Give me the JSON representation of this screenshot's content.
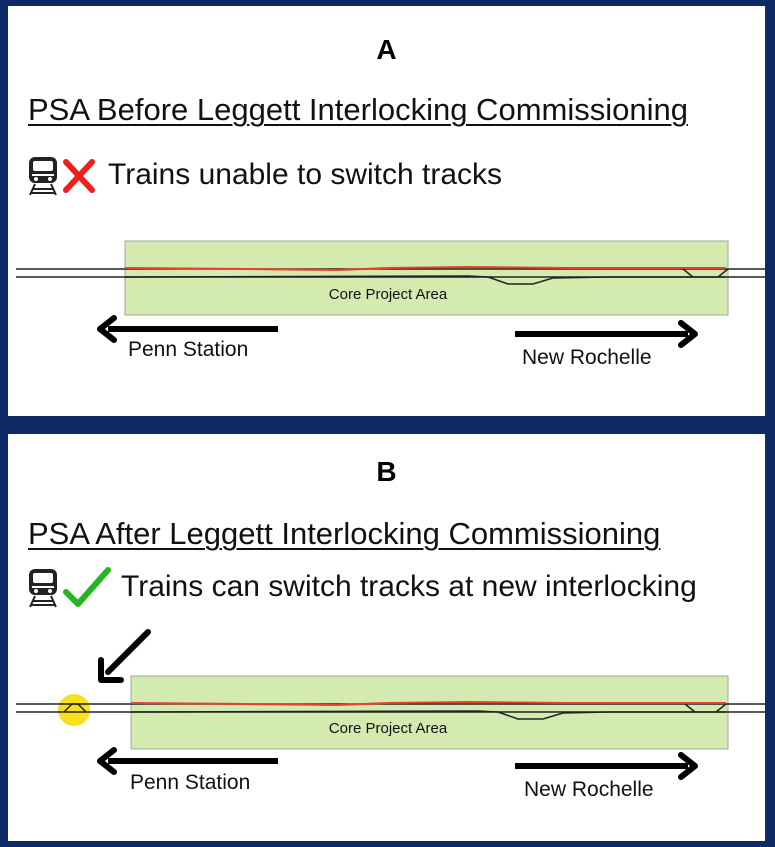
{
  "panels": [
    {
      "letter": "A",
      "title": "PSA Before Leggett Interlocking Commissioning",
      "status_icon": "red-x-icon",
      "status_text": "Trains unable to switch tracks",
      "area_label": "Core Project Area",
      "left_destination": "Penn Station",
      "right_destination": "New Rochelle",
      "shows_new_interlocking_marker": false
    },
    {
      "letter": "B",
      "title": "PSA After Leggett Interlocking Commissioning",
      "status_icon": "green-checkmark-icon",
      "status_text": "Trains can switch tracks at new interlocking",
      "area_label": "Core Project Area",
      "left_destination": "Penn Station",
      "right_destination": "New Rochelle",
      "shows_new_interlocking_marker": true
    }
  ],
  "colors": {
    "frame": "#0d2a66",
    "project_area_fill": "#d4ebb0",
    "red_track": "#e8412b",
    "interlocking_marker": "#f7e11f",
    "check_green": "#25b523",
    "x_red": "#ef1f1f"
  }
}
